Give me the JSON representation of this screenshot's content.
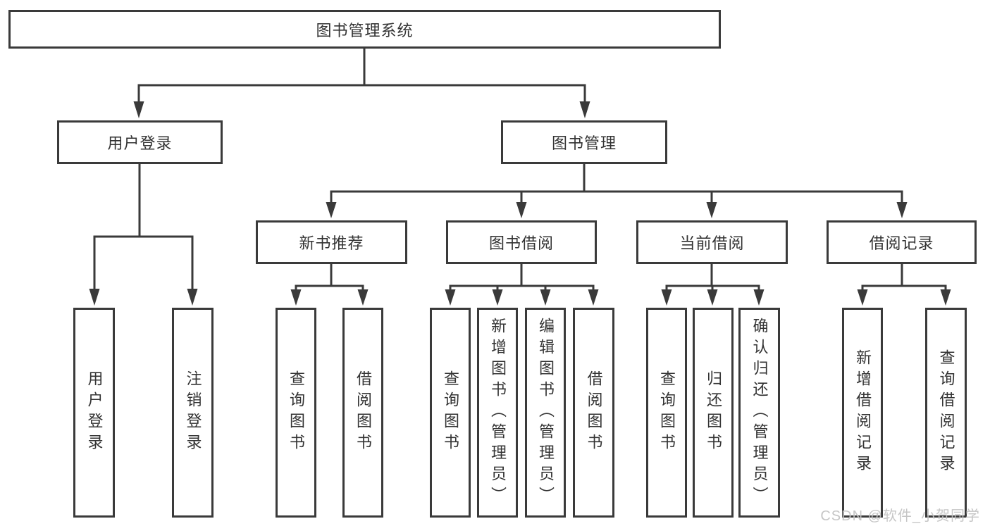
{
  "diagram": {
    "root": "图书管理系统",
    "login_branch": {
      "label": "用户登录",
      "children": [
        "用户登录",
        "注销登录"
      ]
    },
    "mgmt_branch": {
      "label": "图书管理",
      "groups": [
        {
          "label": "新书推荐",
          "children": [
            "查询图书",
            "借阅图书"
          ]
        },
        {
          "label": "图书借阅",
          "children": [
            "查询图书",
            "新增图书（管理员）",
            "编辑图书（管理员）",
            "借阅图书"
          ]
        },
        {
          "label": "当前借阅",
          "children": [
            "查询图书",
            "归还图书",
            "确认归还（管理员）"
          ]
        },
        {
          "label": "借阅记录",
          "children": [
            "新增借阅记录",
            "查询借阅记录"
          ]
        }
      ]
    }
  },
  "watermark": "CSDN @软件_小贺同学",
  "colors": {
    "line": "#3a3a3a",
    "text": "#333333",
    "background": "#ffffff",
    "watermark": "#c3c3c3"
  }
}
